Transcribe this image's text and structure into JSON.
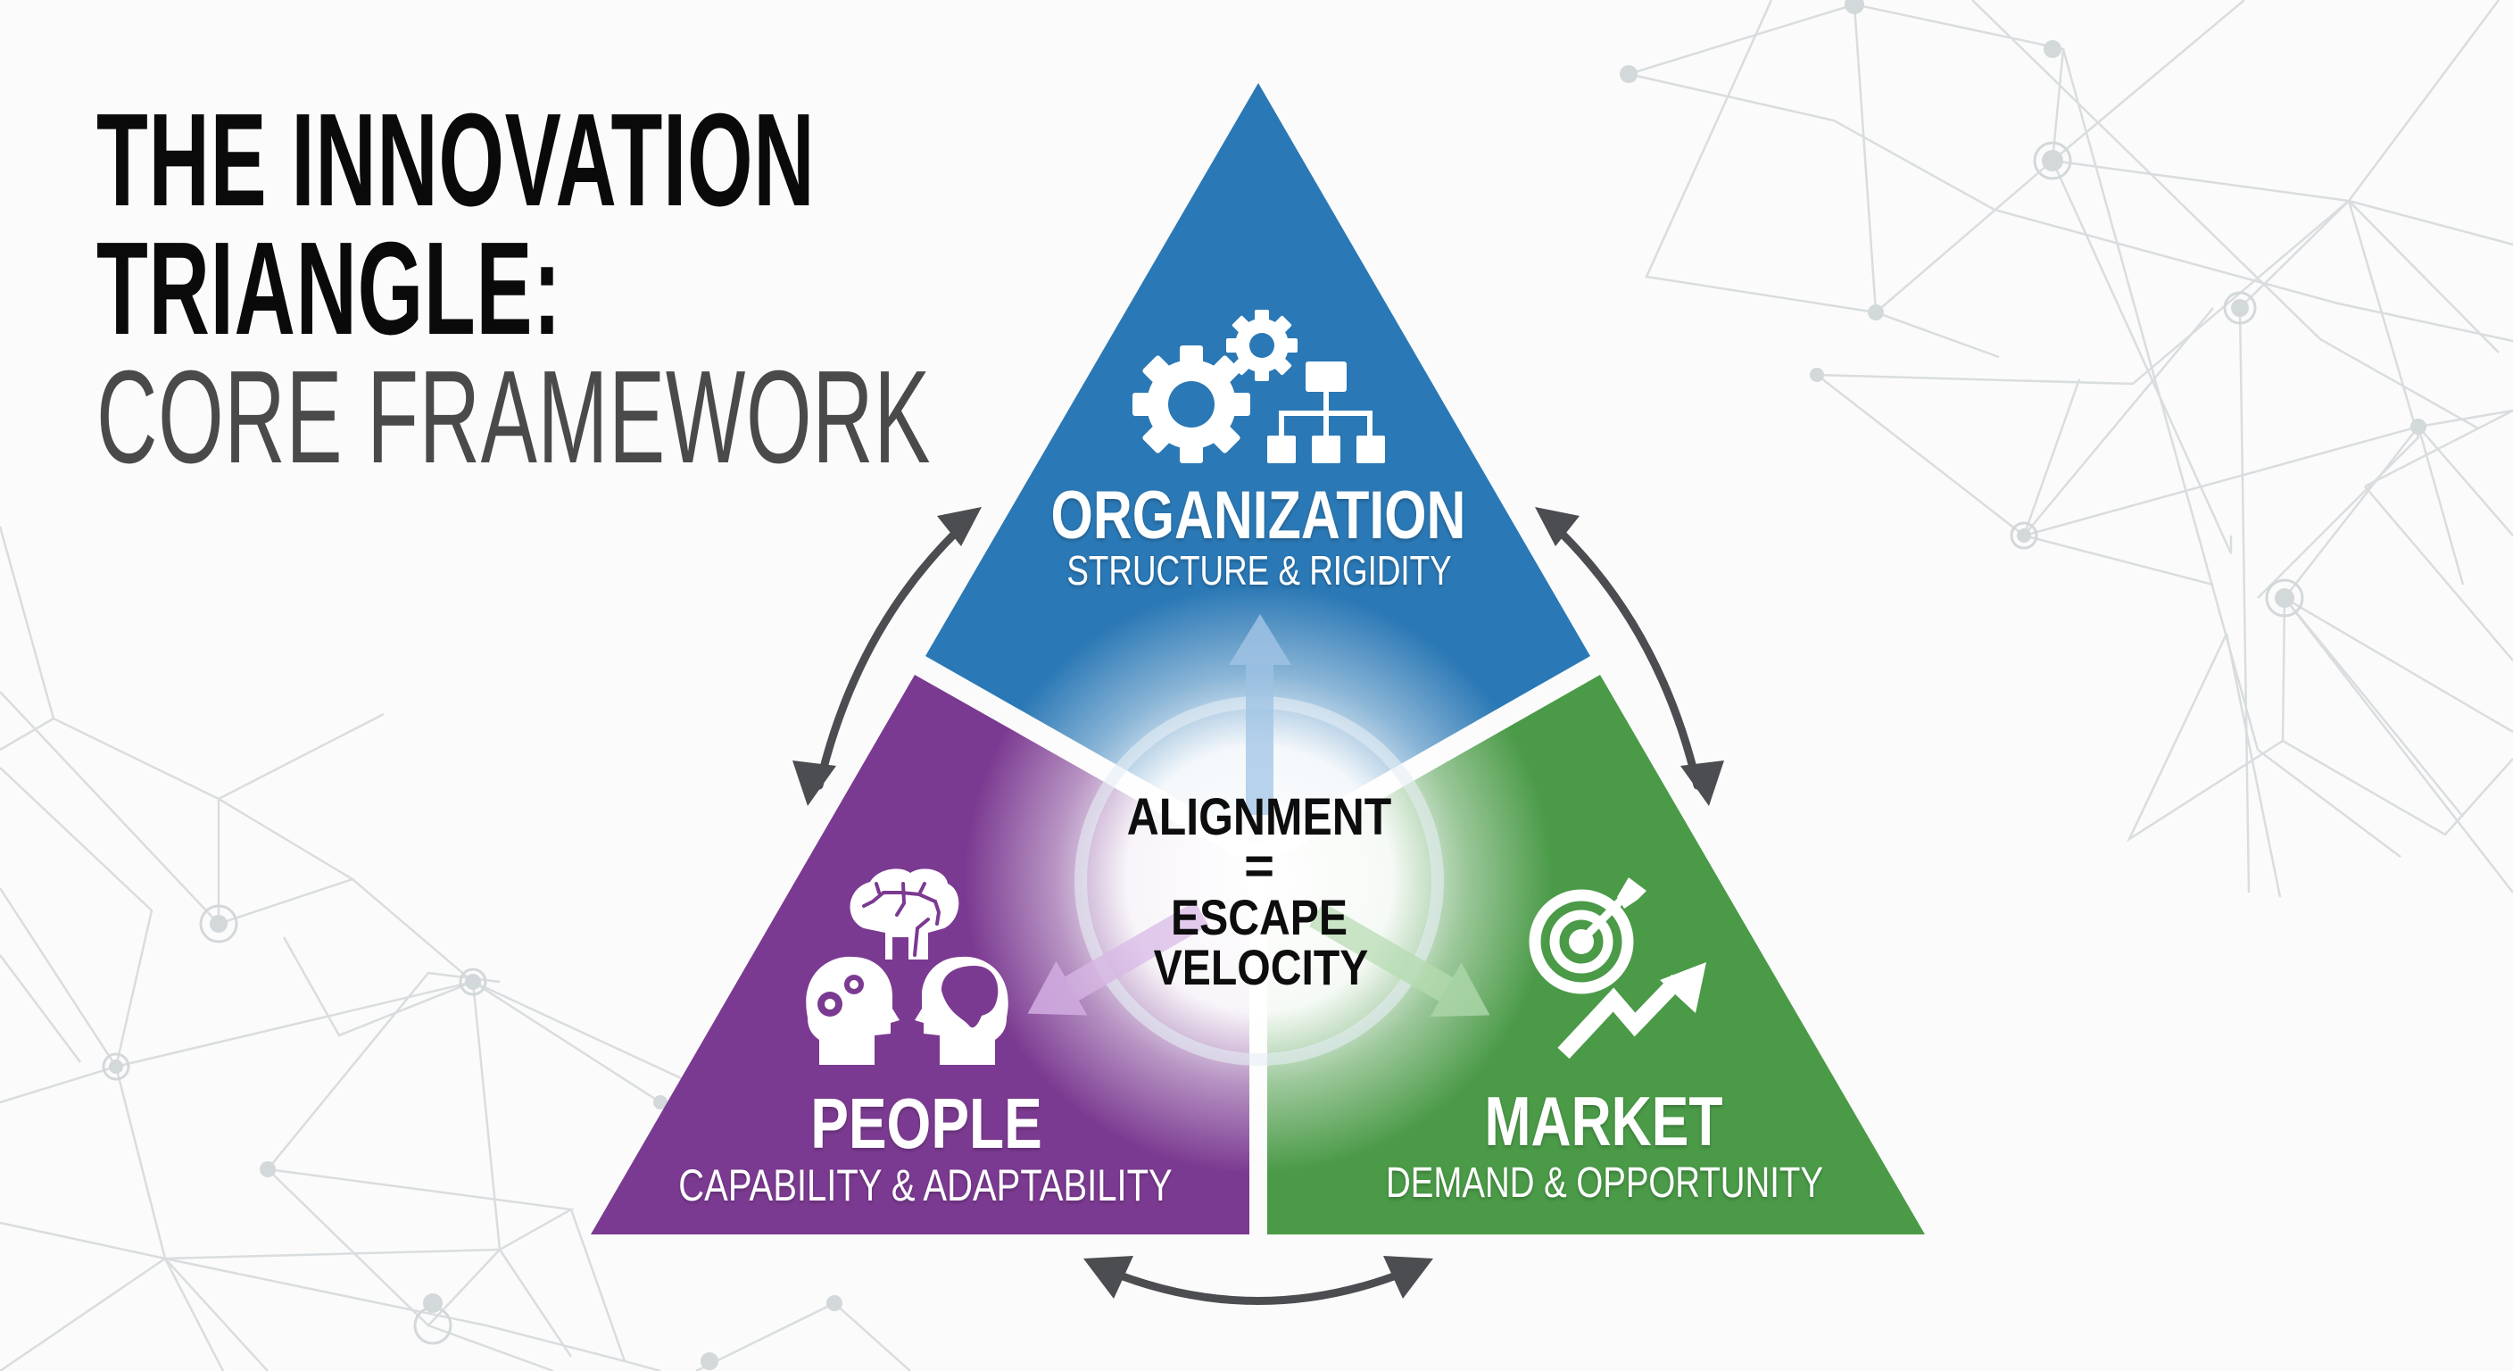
{
  "title": {
    "line1": "THE INNOVATION",
    "line2": "TRIANGLE:",
    "line3": "CORE FRAMEWORK"
  },
  "colors": {
    "organization": "#2a78b5",
    "people": "#7b3a91",
    "market": "#4a9a47",
    "arrow": "#4b4d50",
    "network": "#d6dadc",
    "background": "#fbfbfb"
  },
  "segments": {
    "organization": {
      "label": "ORGANIZATION",
      "sublabel": "STRUCTURE & RIGIDITY",
      "icons": [
        "gears-icon",
        "org-chart-icon"
      ]
    },
    "people": {
      "label": "PEOPLE",
      "sublabel": "CAPABILITY & ADAPTABILITY",
      "icons": [
        "brain-icon",
        "head-gears-icon",
        "head-brain-icon"
      ]
    },
    "market": {
      "label": "MARKET",
      "sublabel": "DEMAND & OPPORTUNITY",
      "icons": [
        "target-arrow-icon",
        "growth-arrow-icon"
      ]
    }
  },
  "center": {
    "line1": "ALIGNMENT",
    "line2": "=",
    "line3": "ESCAPE",
    "line4": "VELOCITY"
  },
  "connectors": [
    {
      "name": "organization-people-arrow",
      "type": "bidirectional"
    },
    {
      "name": "organization-market-arrow",
      "type": "bidirectional"
    },
    {
      "name": "people-market-arrow",
      "type": "bidirectional"
    }
  ]
}
